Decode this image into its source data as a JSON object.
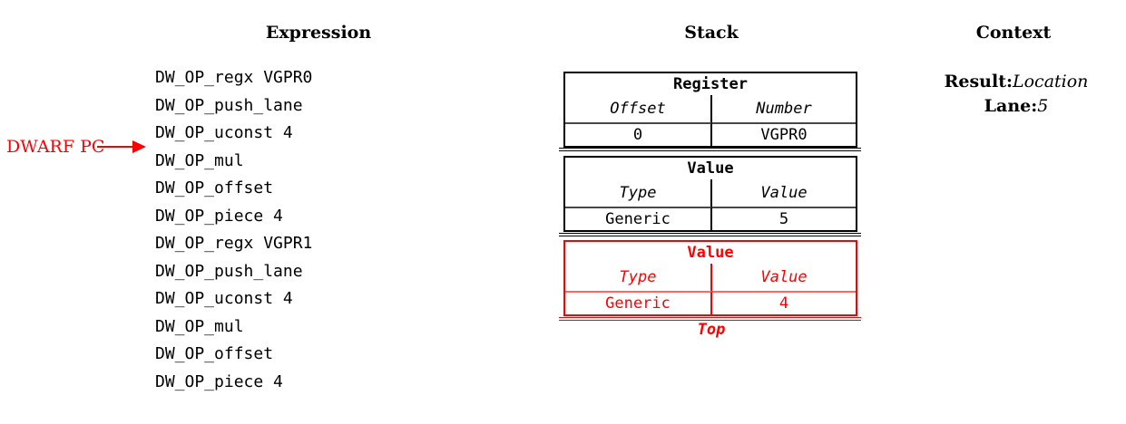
{
  "headers": {
    "expression": "Expression",
    "stack": "Stack",
    "context": "Context"
  },
  "expression_items": [
    "DW_OP_regx VGPR0",
    "DW_OP_push_lane",
    "DW_OP_uconst 4",
    "DW_OP_mul",
    "DW_OP_offset",
    "DW_OP_piece 4",
    "DW_OP_regx VGPR1",
    "DW_OP_push_lane",
    "DW_OP_uconst 4",
    "DW_OP_mul",
    "DW_OP_offset",
    "DW_OP_piece 4"
  ],
  "annotation": {
    "label": "DWARF PC"
  },
  "stack": {
    "entries": [
      {
        "title": "Register",
        "headers": [
          "Offset",
          "Number"
        ],
        "values": [
          "0",
          "VGPR0"
        ],
        "highlight": false
      },
      {
        "title": "Value",
        "headers": [
          "Type",
          "Value"
        ],
        "values": [
          "Generic",
          "5"
        ],
        "highlight": false
      },
      {
        "title": "Value",
        "headers": [
          "Type",
          "Value"
        ],
        "values": [
          "Generic",
          "4"
        ],
        "highlight": true
      }
    ],
    "top_label": "Top"
  },
  "context": {
    "fields": [
      {
        "label": "Result:",
        "value": "Location"
      },
      {
        "label": "Lane:",
        "value": "5"
      }
    ]
  },
  "colors": {
    "highlight_red": "#ff0000",
    "text_black": "#000000"
  }
}
